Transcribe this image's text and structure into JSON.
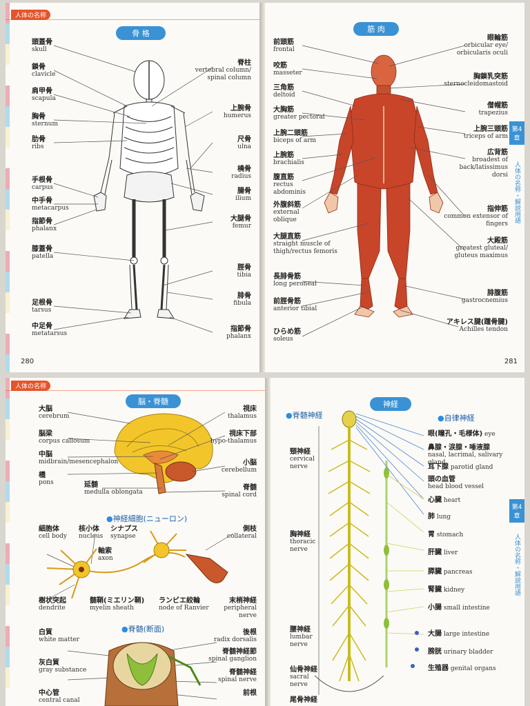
{
  "header_tag": "人体の名称",
  "skeleton": {
    "title": "骨 格",
    "page_number": "280",
    "left_labels": [
      {
        "jp": "頭蓋骨",
        "en": "skull"
      },
      {
        "jp": "鎖骨",
        "en": "clavicle"
      },
      {
        "jp": "肩甲骨",
        "en": "scapula"
      },
      {
        "jp": "胸骨",
        "en": "sternum"
      },
      {
        "jp": "肋骨",
        "en": "ribs"
      },
      {
        "jp": "手根骨",
        "en": "carpus"
      },
      {
        "jp": "中手骨",
        "en": "metacarpus"
      },
      {
        "jp": "指節骨",
        "en": "phalanx"
      },
      {
        "jp": "膝蓋骨",
        "en": "patella"
      },
      {
        "jp": "足根骨",
        "en": "tarsus"
      },
      {
        "jp": "中足骨",
        "en": "metatarsus"
      }
    ],
    "right_labels": [
      {
        "jp": "脊柱",
        "en": "vertebral column/ spinal column"
      },
      {
        "jp": "上腕骨",
        "en": "humerus"
      },
      {
        "jp": "尺骨",
        "en": "ulna"
      },
      {
        "jp": "橈骨",
        "en": "radius"
      },
      {
        "jp": "腸骨",
        "en": "ilium"
      },
      {
        "jp": "大腿骨",
        "en": "femur"
      },
      {
        "jp": "脛骨",
        "en": "tibia"
      },
      {
        "jp": "腓骨",
        "en": "fibula"
      },
      {
        "jp": "指節骨",
        "en": "phalanx"
      }
    ]
  },
  "muscle": {
    "title": "筋 肉",
    "page_number": "281",
    "chapter": "第4章",
    "chapter_text": "人体の名称・解説用語",
    "left_labels": [
      {
        "jp": "前頭筋",
        "en": "frontal"
      },
      {
        "jp": "咬筋",
        "en": "masseter"
      },
      {
        "jp": "三角筋",
        "en": "deltoid"
      },
      {
        "jp": "大胸筋",
        "en": "greater pectoral"
      },
      {
        "jp": "上腕二頭筋",
        "en": "biceps of arm"
      },
      {
        "jp": "上腕筋",
        "en": "brachialis"
      },
      {
        "jp": "腹直筋",
        "en": "rectus abdominis"
      },
      {
        "jp": "外腹斜筋",
        "en": "external oblique"
      },
      {
        "jp": "大腿直筋",
        "en": "straight muscle of thigh/rectus femoris"
      },
      {
        "jp": "長腓骨筋",
        "en": "long peroneal"
      },
      {
        "jp": "前脛骨筋",
        "en": "anterior tibial"
      },
      {
        "jp": "ひらめ筋",
        "en": "soleus"
      }
    ],
    "right_labels": [
      {
        "jp": "眼輪筋",
        "en": "orbicular eye/ orbicularis oculi"
      },
      {
        "jp": "胸鎖乳突筋",
        "en": "sternocleidomastoid"
      },
      {
        "jp": "僧帽筋",
        "en": "trapezius"
      },
      {
        "jp": "上腕三頭筋",
        "en": "triceps of arm"
      },
      {
        "jp": "広背筋",
        "en": "broadest of back/latissimus dorsi"
      },
      {
        "jp": "指伸筋",
        "en": "common extensor of fingers"
      },
      {
        "jp": "大殿筋",
        "en": "greatest gluteal/ gluteus maximus"
      },
      {
        "jp": "腓腹筋",
        "en": "gastrocnemius"
      },
      {
        "jp": "アキレス腱(踵骨腱)",
        "en": "Achilles tendon"
      }
    ]
  },
  "brain": {
    "title": "脳・脊髄",
    "left_labels": [
      {
        "jp": "大脳",
        "en": "cerebrum"
      },
      {
        "jp": "脳梁",
        "en": "corpus callosum"
      },
      {
        "jp": "中脳",
        "en": "midbrain/mesencephalon"
      },
      {
        "jp": "橋",
        "en": "pons"
      }
    ],
    "bottom_label": {
      "jp": "延髄",
      "en": "medulla oblongata"
    },
    "right_labels": [
      {
        "jp": "視床",
        "en": "thalamus"
      },
      {
        "jp": "視床下部",
        "en": "hypo-thalamus"
      },
      {
        "jp": "小脳",
        "en": "cerebellum"
      },
      {
        "jp": "脊髄",
        "en": "spinal cord"
      }
    ],
    "neuron_section": "神経細胞(ニューロン)",
    "neuron_labels": [
      {
        "jp": "細胞体",
        "en": "cell body"
      },
      {
        "jp": "核小体",
        "en": "nucleus"
      },
      {
        "jp": "シナプス",
        "en": "synapse"
      },
      {
        "jp": "軸索",
        "en": "axon"
      },
      {
        "jp": "側枝",
        "en": "collateral"
      }
    ],
    "neuron_bottom_labels": [
      {
        "jp": "樹状突起",
        "en": "dendrite"
      },
      {
        "jp": "髄鞘(ミエリン鞘)",
        "en": "myelin sheath"
      },
      {
        "jp": "ランビエ絞輪",
        "en": "node of Ranvier"
      },
      {
        "jp": "末梢神経",
        "en": "peripheral nerve"
      }
    ],
    "spinal_section": "脊髄(断面)",
    "spinal_left": [
      {
        "jp": "白質",
        "en": "white matter"
      },
      {
        "jp": "灰白質",
        "en": "gray substance"
      },
      {
        "jp": "中心管",
        "en": "central canal"
      }
    ],
    "spinal_right": [
      {
        "jp": "後根",
        "en": "radix dorsalis"
      },
      {
        "jp": "脊髄神経節",
        "en": "spinal ganglion"
      },
      {
        "jp": "脊髄神経",
        "en": "spinal nerve"
      },
      {
        "jp": "前根",
        "en": ""
      }
    ]
  },
  "nerve": {
    "title": "神経",
    "chapter": "第4章",
    "chapter_text": "人体の名称・解説用語",
    "spinal_section": "脊髄神経",
    "auto_section": "自律神経",
    "left_labels": [
      {
        "jp": "頸神経",
        "en": "cervical nerve"
      },
      {
        "jp": "胸神経",
        "en": "thoracic nerve"
      },
      {
        "jp": "腰神経",
        "en": "lumbar nerve"
      },
      {
        "jp": "仙骨神経",
        "en": "sacral nerve"
      },
      {
        "jp": "尾骨神経",
        "en": ""
      }
    ],
    "right_labels": [
      {
        "jp": "眼(瞳孔・毛様体)",
        "en": "eye"
      },
      {
        "jp": "鼻腺・涙腺・唾液腺",
        "en": "nasal, lacrimal, salivary gland"
      },
      {
        "jp": "耳下腺",
        "en": "parotid gland"
      },
      {
        "jp": "頭の血管",
        "en": "head blood vessel"
      },
      {
        "jp": "心臓",
        "en": "heart"
      },
      {
        "jp": "肺",
        "en": "lung"
      },
      {
        "jp": "胃",
        "en": "stomach"
      },
      {
        "jp": "肝臓",
        "en": "liver"
      },
      {
        "jp": "膵臓",
        "en": "pancreas"
      },
      {
        "jp": "腎臓",
        "en": "kidney"
      },
      {
        "jp": "小腸",
        "en": "small intestine"
      },
      {
        "jp": "大腸",
        "en": "large intestine"
      },
      {
        "jp": "膀胱",
        "en": "urinary bladder"
      },
      {
        "jp": "生殖器",
        "en": "genital organs"
      }
    ]
  },
  "colors": {
    "accent_blue": "#3a92d4",
    "accent_orange": "#e6542a",
    "muscle": "#c8452a",
    "nerve": "#c9bb1f",
    "brain": "#f2c62a"
  }
}
